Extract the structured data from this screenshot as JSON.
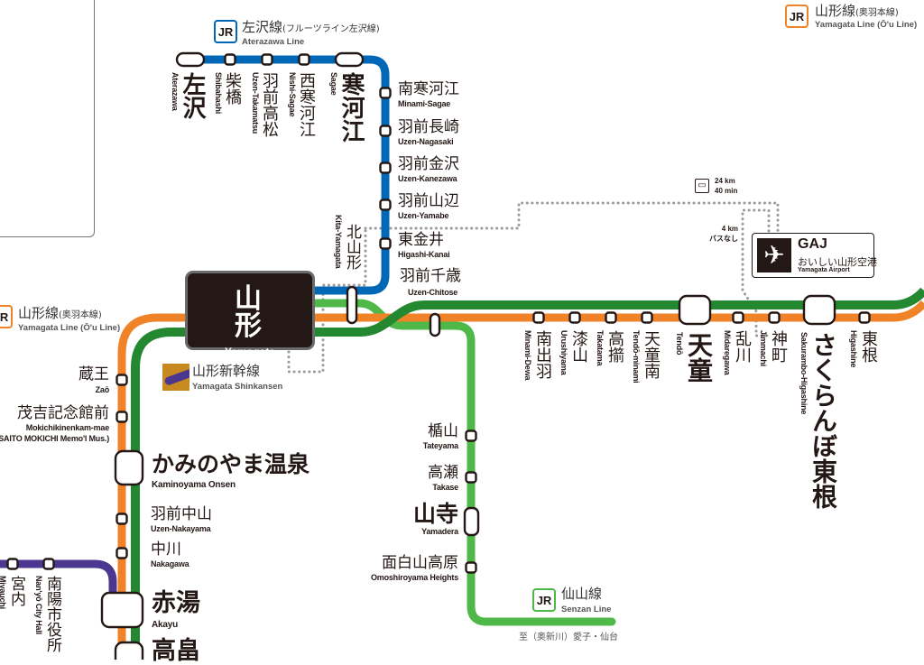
{
  "colors": {
    "aterazawa_line": "#0068b7",
    "senzan_line": "#4fb848",
    "ou_line": "#f08328",
    "shinkansen": "#23882f",
    "flower_nagai_line": "#4b3690",
    "transfer_dotted": "#9a9a9a",
    "station_box": "#231815"
  },
  "lines": {
    "aterazawa": {
      "badge": "JR",
      "name_ja": "左沢線",
      "name_sub": "(フルーツライン左沢線)",
      "name_en": "Aterazawa Line"
    },
    "ou_top": {
      "badge": "JR",
      "name_ja": "山形線",
      "name_sub": "(奥羽本線)",
      "name_en": "Yamagata Line (Ō'u Line)"
    },
    "ou_left": {
      "badge": "JR",
      "name_ja": "山形線",
      "name_sub": "(奥羽本線)",
      "name_en": "Yamagata Line (Ō'u Line)"
    },
    "shinkansen": {
      "name_ja": "山形新幹線",
      "name_en": "Yamagata Shinkansen",
      "icon": "shinkansen-train-icon"
    },
    "senzan": {
      "badge": "JR",
      "name_ja": "仙山線",
      "name_en": "Senzan Line",
      "destination": "至（奥新川）愛子・仙台"
    }
  },
  "hub": {
    "ja": "山　形",
    "en": "Yamagata"
  },
  "airport": {
    "code": "GAJ",
    "ja": "おいしい山形空港",
    "en": "Yamagata Airport",
    "icon": "airplane-icon"
  },
  "bus_note": {
    "icon": "bus-icon",
    "distance": "24 km",
    "time": "40 min"
  },
  "walk_note": {
    "distance": "4 km",
    "note": "バスなし"
  },
  "stations": {
    "aterazawa": [
      {
        "ja": "左沢",
        "en": "Aterazawa"
      },
      {
        "ja": "柴橋",
        "en": "Shibahashi"
      },
      {
        "ja": "羽前高松",
        "en": "Uzen-Takamatsu"
      },
      {
        "ja": "西寒河江",
        "en": "Nishi-Sagae"
      },
      {
        "ja": "寒河江",
        "en": "Sagae"
      },
      {
        "ja": "南寒河江",
        "en": "Minami-Sagae"
      },
      {
        "ja": "羽前長崎",
        "en": "Uzen-Nagasaki"
      },
      {
        "ja": "羽前金沢",
        "en": "Uzen-Kanezawa"
      },
      {
        "ja": "羽前山辺",
        "en": "Uzen-Yamabe"
      },
      {
        "ja": "東金井",
        "en": "Higashi-Kanai"
      },
      {
        "ja": "北山形",
        "en": "Kita-Yamagata"
      }
    ],
    "senzan": [
      {
        "ja": "羽前千歳",
        "en": "Uzen-Chitose"
      },
      {
        "ja": "楯山",
        "en": "Tateyama"
      },
      {
        "ja": "高瀬",
        "en": "Takase"
      },
      {
        "ja": "山寺",
        "en": "Yamadera"
      },
      {
        "ja": "面白山高原",
        "en": "Omoshiroyama Heights"
      }
    ],
    "ou_north": [
      {
        "ja": "南出羽",
        "en": "Minami-Dewa"
      },
      {
        "ja": "漆山",
        "en": "Urushiyama"
      },
      {
        "ja": "高擶",
        "en": "Takatama"
      },
      {
        "ja": "天童南",
        "en": "Tendō-minami"
      },
      {
        "ja": "天童",
        "en": "Tendō"
      },
      {
        "ja": "乱川",
        "en": "Midaregawa"
      },
      {
        "ja": "神町",
        "en": "Jimmachi"
      },
      {
        "ja": "さくらんぼ東根",
        "en": "Sakurambo-Higashine"
      },
      {
        "ja": "東根",
        "en": "Higashine"
      }
    ],
    "ou_south": [
      {
        "ja": "蔵王",
        "en": "Zaō"
      },
      {
        "ja": "茂吉記念館前",
        "en": "Mokichikinenkam-mae",
        "en2": "(SAITO MOKICHI Memo'l Mus.)"
      },
      {
        "ja": "かみのやま温泉",
        "en": "Kaminoyama Onsen"
      },
      {
        "ja": "羽前中山",
        "en": "Uzen-Nakayama"
      },
      {
        "ja": "中川",
        "en": "Nakagawa"
      },
      {
        "ja": "赤湯",
        "en": "Akayu"
      },
      {
        "ja": "高畠",
        "en": ""
      }
    ],
    "flower_nagai": [
      {
        "ja": "宮内",
        "en": "Miyauchi"
      },
      {
        "ja": "南陽市役所",
        "en": "Nan'yō City Hall"
      }
    ]
  }
}
